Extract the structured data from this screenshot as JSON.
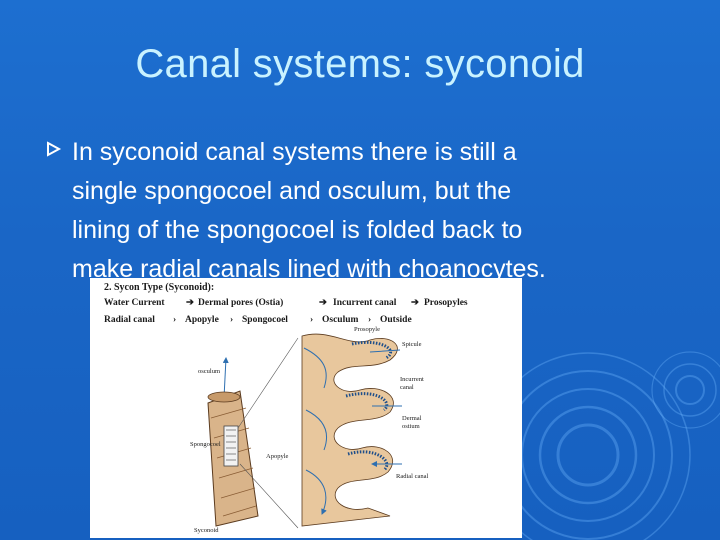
{
  "slide": {
    "title": "Canal systems: syconoid",
    "bullet_marker": "Ø",
    "bullet_lines": [
      "In syconoid canal systems there is still a",
      "single spongocoel and osculum, but the",
      "lining of the spongocoel is folded back to",
      "make radial canals lined with choanocytes."
    ]
  },
  "figure": {
    "heading": "2.  Sycon Type (Syconoid):",
    "flow_1": [
      "Water Current",
      "Dermal pores (Ostia)",
      "Incurrent canal",
      "Prosopyles"
    ],
    "flow_2": [
      "Radial canal",
      "Apopyle",
      "Spongocoel",
      "Osculum",
      "Outside"
    ],
    "labels": {
      "prosopyle": "Prosopyle",
      "spicule": "Spicule",
      "incurrent": "Incurrent\ncanal",
      "dermal": "Dermal\nostium",
      "radial": "Radial canal",
      "osculum": "osculum",
      "apopyle": "Apopyle",
      "spongocoel": "Spongocoel",
      "syconoid": "Syconoid"
    }
  }
}
